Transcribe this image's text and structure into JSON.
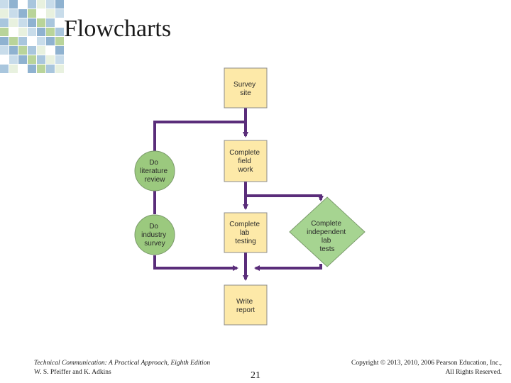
{
  "slide": {
    "title": "Flowcharts",
    "page_number": "21",
    "footer_left": {
      "book_title": "Technical Communication: A Practical Approach, Eighth Edition",
      "authors": "W. S. Pfeiffer and K. Adkins"
    },
    "footer_right": {
      "copyright": "Copyright © 2013, 2010, 2006 Pearson Education, Inc.,",
      "rights": "All Rights Reserved."
    }
  },
  "colors": {
    "arrow": "#5a2d7a",
    "box_fill": "#fde9a8",
    "circle_fill": "#9bc97e",
    "diamond_fill": "#a6d491",
    "mosaic": [
      "#c8dcea",
      "#a9c6dd",
      "#8fb2d0",
      "#e8f1df",
      "#b9d49a"
    ]
  },
  "flowchart": {
    "nodes": [
      {
        "id": "survey-site",
        "shape": "box",
        "lines": [
          "Survey",
          "site"
        ]
      },
      {
        "id": "complete-field-work",
        "shape": "box",
        "lines": [
          "Complete",
          "field",
          "work"
        ]
      },
      {
        "id": "complete-lab-testing",
        "shape": "box",
        "lines": [
          "Complete",
          "lab",
          "testing"
        ]
      },
      {
        "id": "write-report",
        "shape": "box",
        "lines": [
          "Write",
          "report"
        ]
      },
      {
        "id": "do-literature-review",
        "shape": "circle",
        "lines": [
          "Do",
          "literature",
          "review"
        ]
      },
      {
        "id": "do-industry-survey",
        "shape": "circle",
        "lines": [
          "Do",
          "industry",
          "survey"
        ]
      },
      {
        "id": "complete-independent-lab-tests",
        "shape": "diamond",
        "lines": [
          "Complete",
          "independent",
          "lab",
          "tests"
        ]
      }
    ]
  }
}
